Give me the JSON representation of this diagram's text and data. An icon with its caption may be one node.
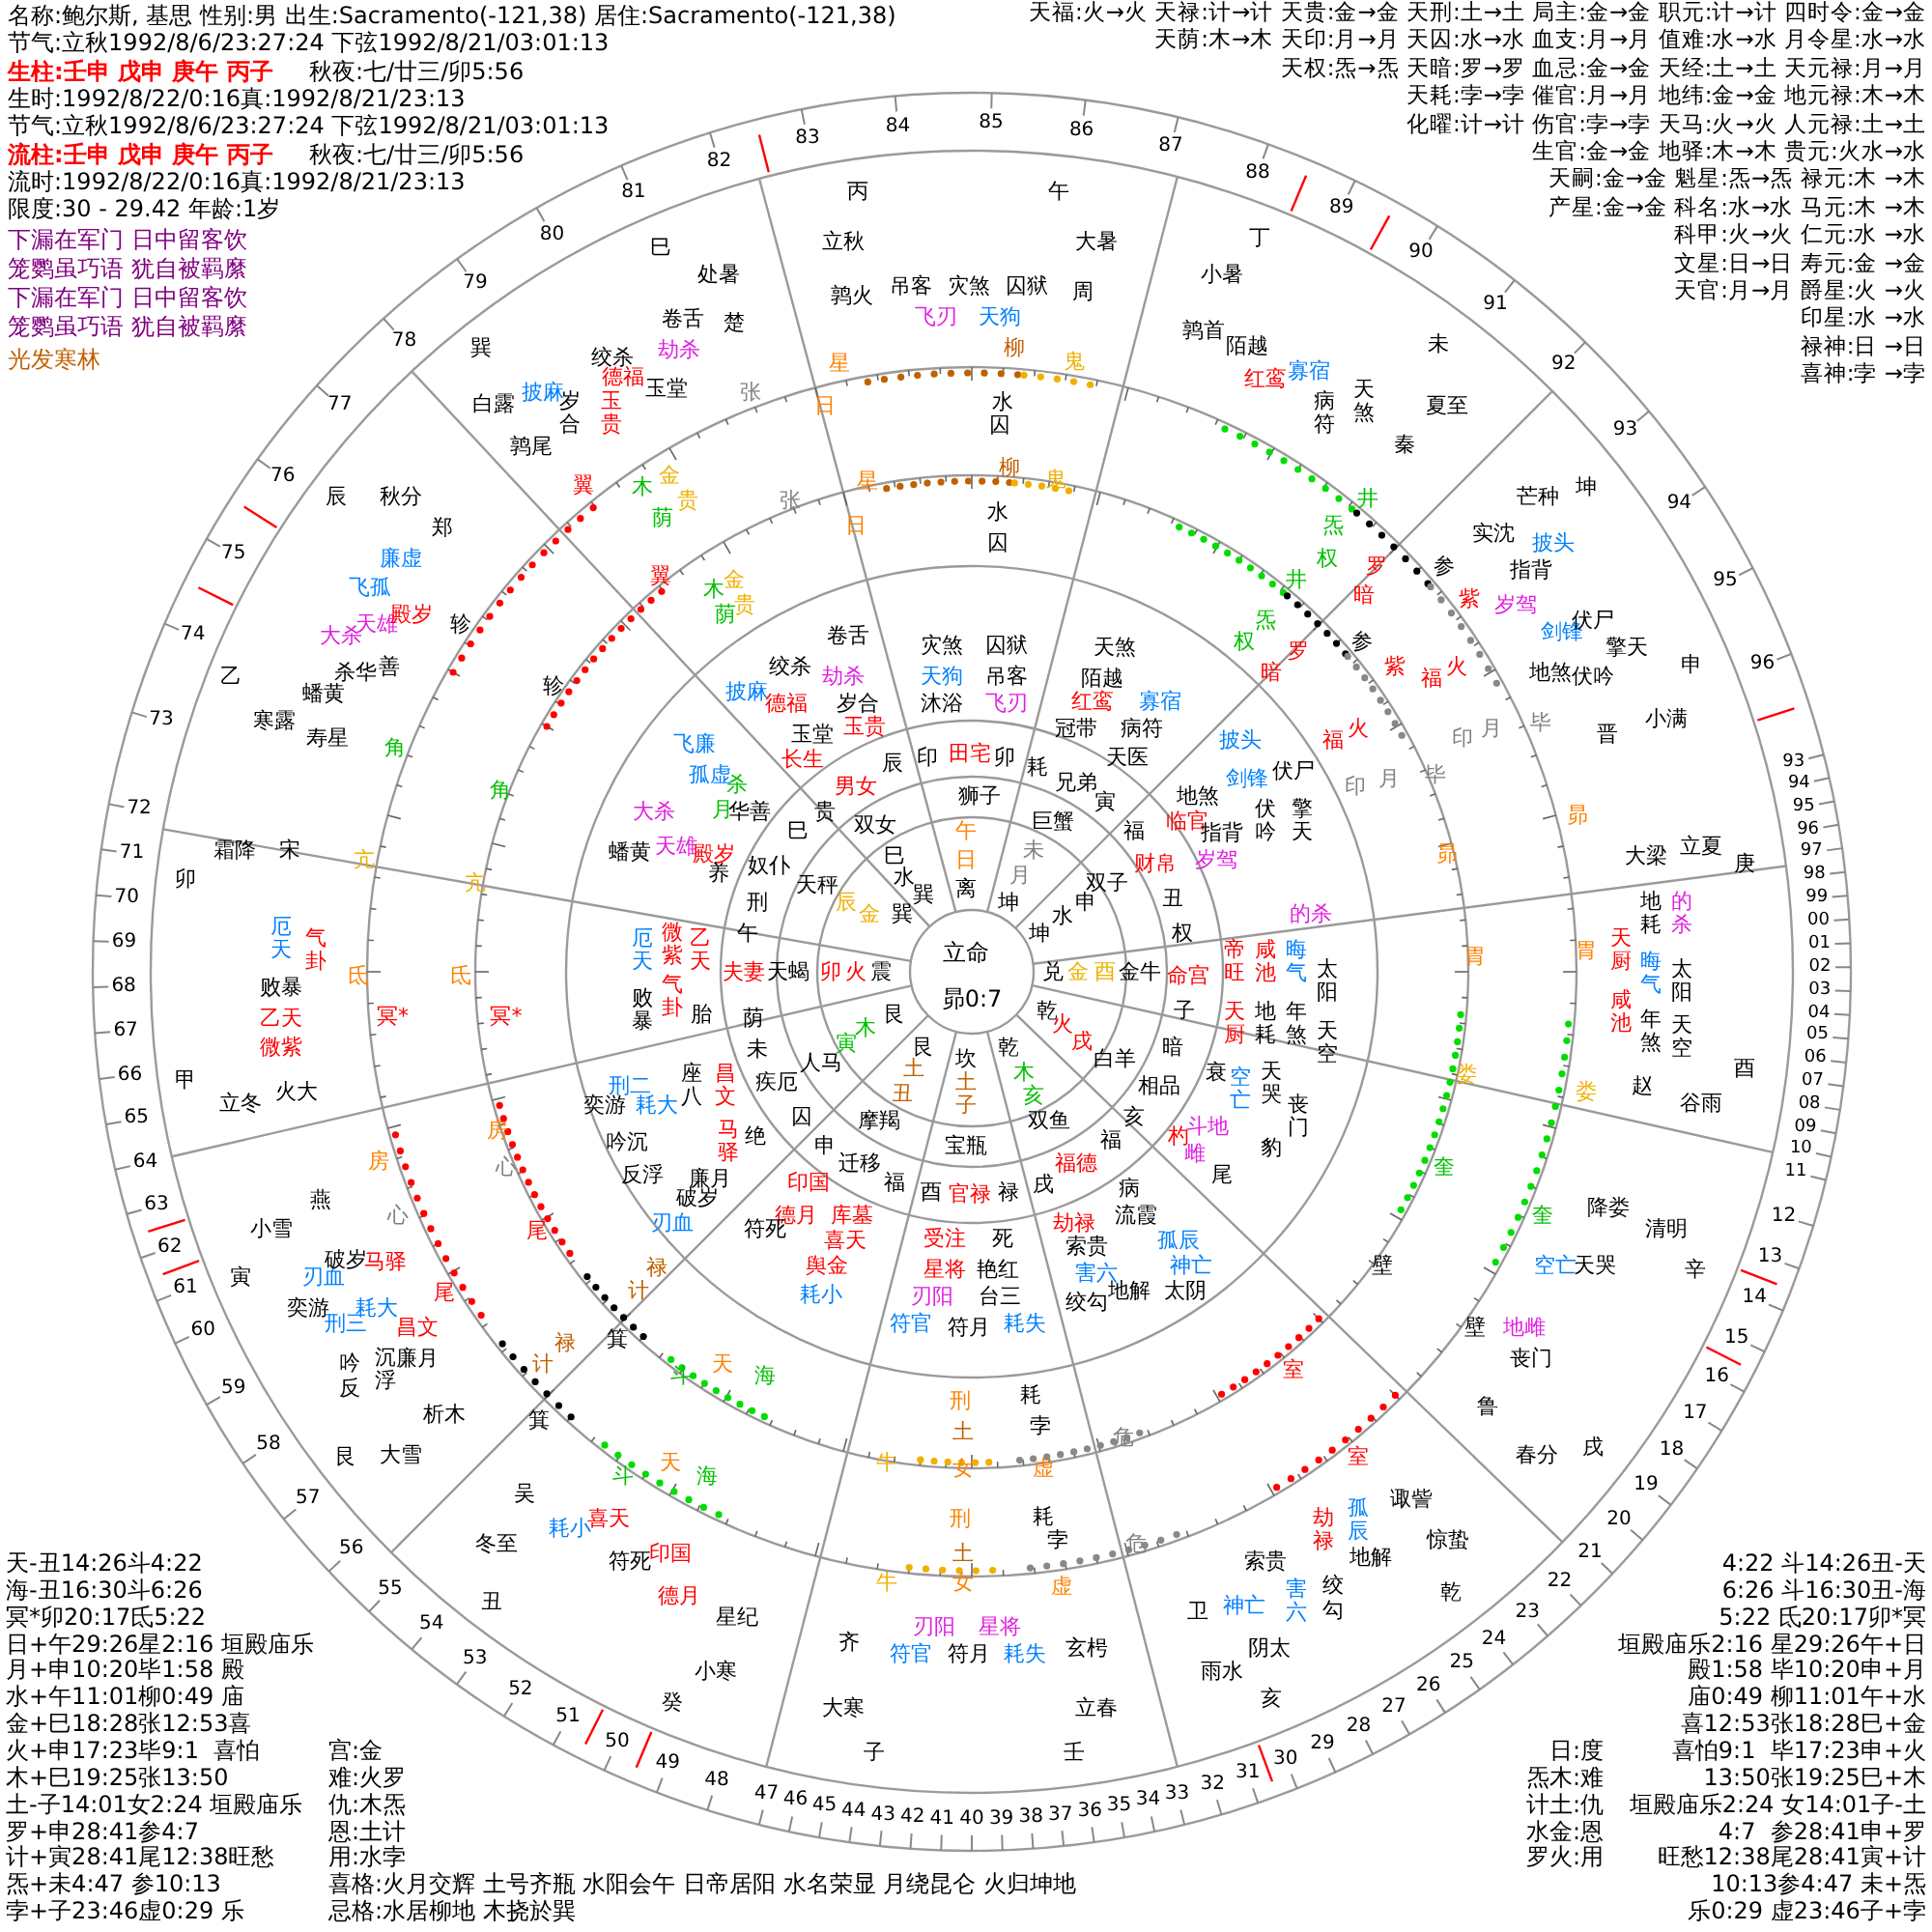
{
  "diagram": {
    "labels": [
      "名称:鲍尔斯, 基思 性别:男 出生:Sacramento(-121,38) 居住:Sacramento(-121,38)",
      "节气:立秋1992/8/6/23:27:24 下弦1992/8/21/03:01:13",
      "生柱:壬申 戊申 庚午 丙子",
      "秋夜:七/廿三/卯5:56",
      "生时:1992/8/22/0:16真:1992/8/21/23:13",
      "节气:立秋1992/8/6/23:27:24 下弦1992/8/21/03:01:13",
      "流柱:壬申 戊申 庚午 丙子",
      "秋夜:七/廿三/卯5:56",
      "流时:1992/8/22/0:16真:1992/8/21/23:13",
      "限度:30 - 29.42 年龄:1岁",
      "下漏在军门 日中留客饮",
      "笼鹦虽巧语 犹自被羁縻",
      "下漏在军门 日中留客饮",
      "笼鹦虽巧语 犹自被羁縻",
      "光发寒林",
      "天福:火→火 天禄:计→计 天贵:金→金 天刑:土→土 局主:金→金 职元:计→计 四时令:金→金",
      "天荫:木→木 天印:月→月 天囚:水→水 血支:月→月 值难:水→水 月令星:水→水",
      "天权:炁→炁 天暗:罗→罗 血忌:金→金 天经:土→土 天元禄:月→月",
      "天耗:孛→孛 催官:月→月 地纬:金→金 地元禄:木→木",
      "化曜:计→计 伤官:孛→孛 天马:火→火 人元禄:土→土",
      "生官:金→金 地驿:木→木 贵元:火水→水",
      "天嗣:金→金 魁星:炁→炁 禄元:木 →木",
      "产星:金→金 科名:水→水 马元:木 →木",
      "科甲:火→火 仁元:水 →水",
      "文星:日→日 寿元:金 →金",
      "天官:月→月 爵星:火 →火",
      "印星:水 →水",
      "禄神:日 →日",
      "喜神:孛 →孛",
      "天-丑14:26斗4:22",
      "海-丑16:30斗6:26",
      "冥*卯20:17氐5:22",
      "日+午29:26星2:16 垣殿庙乐",
      "月+申10:20毕1:58 殿",
      "水+午11:01柳0:49 庙",
      "金+巳18:28张12:53喜",
      "火+申17:23毕9:1  喜怕",
      "木+巳19:25张13:50",
      "土-子14:01女2:24 垣殿庙乐",
      "罗+申28:41参4:7",
      "计+寅28:41尾12:38旺愁",
      "炁+未4:47 参10:13",
      "孛+子23:46虚0:29 乐",
      "宫:金",
      "难:火罗",
      "仇:木炁",
      "恩:土计",
      "用:水孛",
      "喜格:火月交辉 土号齐瓶 水阳会午 日帝居阳 水名荣显 月绕昆仑 火归坤地",
      "忌格:水居柳地 木挠於巽",
      "日:度",
      "炁木:难",
      "计土:仇",
      "水金:恩",
      "罗火:用",
      "4:22 斗14:26丑-天",
      "6:26 斗16:30丑-海",
      "5:22 氐20:17卯*冥",
      "垣殿庙乐2:16 星29:26午+日",
      "殿1:58 毕10:20申+月",
      "庙0:49 柳11:01午+水",
      "喜12:53张18:28巳+金",
      "喜怕9:1  毕17:23申+火",
      "13:50张19:25巳+木",
      "垣殿庙乐2:24 女14:01子-土",
      "4:7  参28:41申+罗",
      "旺愁12:38尾28:41寅+计",
      "10:13参4:47 未+炁",
      "乐0:29 虚23:46子+孛",
      "立命",
      "昴0:7",
      "午",
      "日",
      "离",
      "未",
      "月",
      "坤",
      "申",
      "水",
      "坤",
      "兑",
      "金",
      "酉",
      "乾",
      "火",
      "戌",
      "乾",
      "木",
      "亥",
      "坎",
      "土",
      "子",
      "艮",
      "土",
      "丑",
      "艮",
      "木",
      "寅",
      "震",
      "火",
      "卯",
      "巽",
      "金",
      "辰",
      "巽",
      "水",
      "巳",
      "狮子",
      "巨蟹",
      "双子",
      "金牛",
      "白羊",
      "双鱼",
      "宝瓶",
      "摩羯",
      "人马",
      "天蝎",
      "天秤",
      "双女",
      "印",
      "田宅",
      "卯",
      "耗",
      "兄弟",
      "寅",
      "福",
      "财帛",
      "丑",
      "权",
      "命宫",
      "子",
      "暗",
      "相品",
      "亥",
      "福",
      "福德",
      "戌",
      "禄",
      "官禄",
      "酉",
      "福",
      "迁移",
      "申",
      "囚",
      "疾厄",
      "未",
      "荫",
      "夫妻",
      "午",
      "刑",
      "奴仆",
      "巳",
      "贵",
      "男女",
      "辰",
      "灾煞",
      "囚狱",
      "天狗",
      "吊客",
      "沐浴",
      "飞刃",
      "天煞",
      "陌越",
      "红鸾",
      "寡宿",
      "冠带",
      "病符",
      "天医",
      "卷舌",
      "绞杀",
      "劫杀",
      "岁合",
      "披麻",
      "德福",
      "玉堂",
      "玉贵",
      "长生",
      "飞廉",
      "孤虚",
      "杀",
      "月",
      "华善",
      "大杀",
      "天雄",
      "殿岁",
      "蟠黄",
      "养",
      "披头",
      "剑锋",
      "伏尸",
      "地煞",
      "临官",
      "指背",
      "伏吟",
      "擎天",
      "岁驾",
      "的杀",
      "帝旺",
      "咸池",
      "晦气",
      "太阳",
      "天厨",
      "地耗",
      "年煞",
      "天空",
      "衰",
      "空亡",
      "天哭",
      "丧门",
      "杓",
      "斗地",
      "雌",
      "豹",
      "尾",
      "病",
      "流霞",
      "劫禄",
      "孤辰",
      "神亡",
      "索贵",
      "害六",
      "地解",
      "太阴",
      "绞勾",
      "受注",
      "死",
      "星将",
      "艳红",
      "刃阳",
      "台三",
      "符官",
      "符月",
      "耗失",
      "印国",
      "库墓",
      "德月",
      "符死",
      "喜天",
      "舆金",
      "耗小",
      "奕游",
      "刑二",
      "耗大",
      "座八",
      "昌文",
      "吟沉",
      "反浮",
      "马驿",
      "廉月",
      "绝",
      "破岁",
      "刃血",
      "厄天",
      "微紫",
      "乙天",
      "气卦",
      "败暴",
      "胎",
      "丙",
      "午",
      "立秋",
      "大暑",
      "巳",
      "处暑",
      "丁",
      "小暑",
      "鹑火",
      "吊客",
      "灾煞",
      "囚狱",
      "周",
      "飞刃",
      "天狗",
      "卷舌",
      "楚",
      "巽",
      "绞杀",
      "劫杀",
      "白露",
      "披麻",
      "德福",
      "玉堂",
      "岁合",
      "玉贵",
      "鹑尾",
      "鹑首",
      "陌越",
      "红鸾",
      "寡宿",
      "病符",
      "天煞",
      "未",
      "夏至",
      "秦",
      "芒种",
      "坤",
      "实沈",
      "披头",
      "指背",
      "岁驾",
      "剑锋",
      "伏尸",
      "地煞",
      "伏吟",
      "擎天",
      "申",
      "小满",
      "晋",
      "立夏",
      "大梁",
      "庚",
      "地耗",
      "的杀",
      "天厨",
      "晦气",
      "太阳",
      "咸池",
      "年煞",
      "天空",
      "酉",
      "赵",
      "谷雨",
      "降娄",
      "清明",
      "空亡",
      "天哭",
      "辛",
      "地雌",
      "丧门",
      "鲁",
      "春分",
      "戌",
      "诹訾",
      "惊蛰",
      "劫禄",
      "孤辰",
      "地解",
      "索贵",
      "害六",
      "绞勾",
      "神亡",
      "阴太",
      "乾",
      "卫",
      "雨水",
      "亥",
      "玄枵",
      "立春",
      "壬",
      "子",
      "大寒",
      "齐",
      "刃阳",
      "星将",
      "符官",
      "符月",
      "耗失",
      "小寒",
      "癸",
      "星纪",
      "印国",
      "德月",
      "喜天",
      "耗小",
      "符死",
      "吴",
      "冬至",
      "丑",
      "艮",
      "大雪",
      "析木",
      "吟反",
      "沉浮",
      "廉月",
      "刑三",
      "耗大",
      "昌文",
      "奕游",
      "刃血",
      "破岁",
      "马驿",
      "寅",
      "小雪",
      "燕",
      "甲",
      "立冬",
      "火大",
      "厄天",
      "气卦",
      "败暴",
      "乙天",
      "微紫",
      "卯",
      "霜降",
      "宋",
      "寒露",
      "寿星",
      "乙",
      "蟠黄",
      "杀华",
      "善",
      "大杀",
      "天雄",
      "殿岁",
      "飞孤",
      "廉虚",
      "辰",
      "秋分",
      "郑",
      "星",
      "日",
      "张",
      "柳",
      "鬼",
      "水",
      "囚",
      "翼",
      "金",
      "贵",
      "木",
      "荫",
      "轸",
      "井",
      "炁",
      "权",
      "罗",
      "暗",
      "参",
      "紫",
      "火",
      "福",
      "印",
      "月",
      "毕",
      "昴",
      "胃",
      "娄",
      "奎",
      "壁",
      "室",
      "危",
      "虚",
      "孛",
      "耗",
      "刑",
      "土",
      "女",
      "牛",
      "天",
      "海",
      "斗",
      "箕",
      "计",
      "禄",
      "尾",
      "心",
      "房",
      "冥*",
      "氐",
      "亢",
      "角",
      "星",
      "日",
      "张",
      "柳",
      "鬼",
      "水",
      "囚",
      "翼",
      "金",
      "贵",
      "木",
      "荫",
      "轸",
      "井",
      "炁",
      "权",
      "罗",
      "暗",
      "参",
      "紫",
      "火",
      "福",
      "印",
      "月",
      "毕",
      "昴",
      "胃",
      "娄",
      "奎",
      "壁",
      "室",
      "危",
      "虚",
      "孛",
      "耗",
      "刑",
      "土",
      "女",
      "牛",
      "天",
      "海",
      "斗",
      "箕",
      "计",
      "禄",
      "尾",
      "心",
      "房",
      "冥*",
      "氐",
      "亢",
      "角",
      "12",
      "13",
      "14",
      "15",
      "16",
      "17",
      "18",
      "19",
      "20",
      "21",
      "22",
      "23",
      "24",
      "25",
      "26",
      "27",
      "28",
      "29",
      "30",
      "31",
      "32",
      "33",
      "34",
      "35",
      "36",
      "37",
      "38",
      "39",
      "40",
      "41",
      "42",
      "43",
      "44",
      "45",
      "46",
      "47",
      "48",
      "49",
      "50",
      "51",
      "52",
      "53",
      "54",
      "55",
      "56",
      "57",
      "58",
      "59",
      "60",
      "61",
      "62",
      "63",
      "64",
      "65",
      "66",
      "67",
      "68",
      "69",
      "70",
      "71",
      "72",
      "73",
      "74",
      "75",
      "76",
      "77",
      "78",
      "79",
      "80",
      "81",
      "82",
      "83",
      "84",
      "85",
      "86",
      "87",
      "88",
      "89",
      "90",
      "91",
      "92",
      "93",
      "94",
      "95",
      "96",
      "93",
      "94",
      "95",
      "96",
      "97",
      "98",
      "99",
      "00",
      "01",
      "02",
      "03",
      "04",
      "05",
      "06",
      "07",
      "08",
      "09",
      "10",
      "11"
    ]
  }
}
